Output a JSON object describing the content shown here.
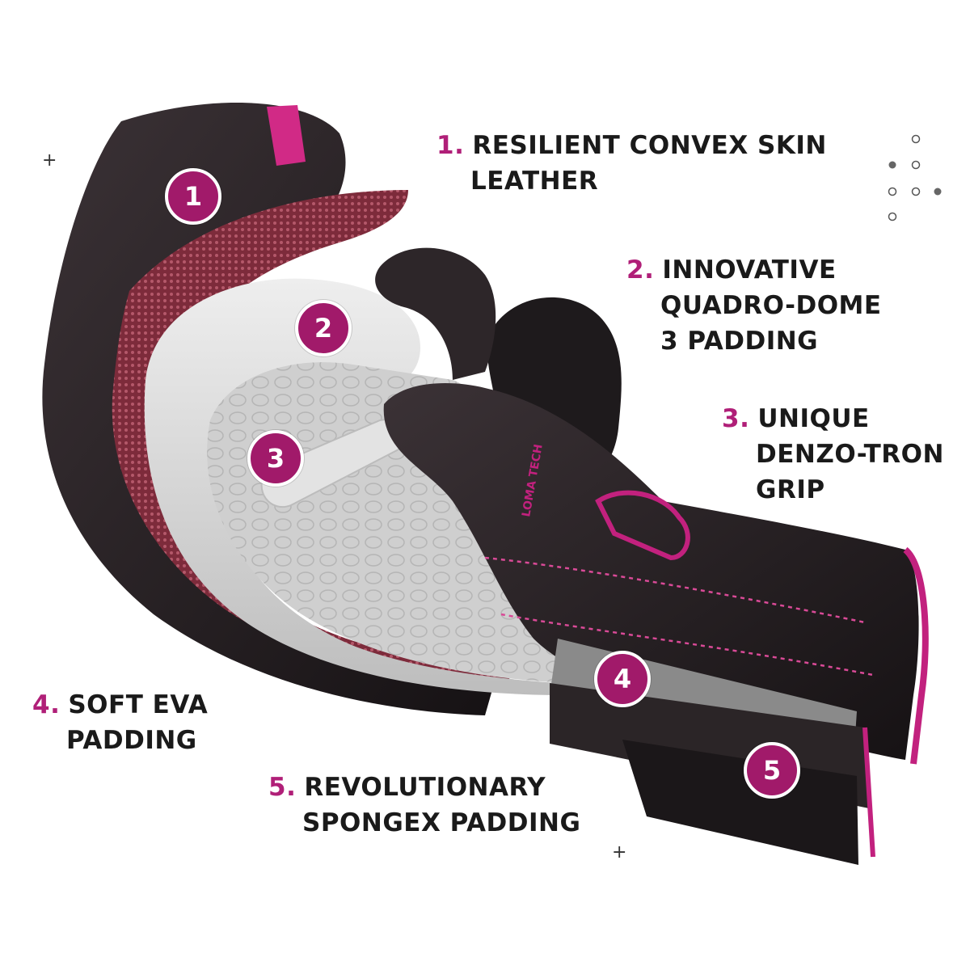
{
  "callouts": [
    {
      "num": "1.",
      "line1": "RESILIENT CONVEX SKIN",
      "line2": "LEATHER"
    },
    {
      "num": "2.",
      "line1": "INNOVATIVE",
      "line2": "QUADRO-DOME",
      "line3": "3 PADDING"
    },
    {
      "num": "3.",
      "line1": "UNIQUE",
      "line2": "DENZO-TRON",
      "line3": "GRIP"
    },
    {
      "num": "4.",
      "line1": "SOFT EVA",
      "line2": "PADDING"
    },
    {
      "num": "5.",
      "line1": "REVOLUTIONARY",
      "line2": "SPONGEX PADDING"
    }
  ],
  "badges": [
    "1",
    "2",
    "3",
    "4",
    "5"
  ],
  "glove_print": {
    "brand": "LOMA TECH"
  },
  "decorations": {
    "plus": "+"
  },
  "colors": {
    "accent": "#b01f78",
    "badge": "#a11a6a",
    "leather": "#2a2327",
    "mesh": "#8c3545",
    "foam": "#d9d9d9",
    "trim": "#c2217e"
  }
}
